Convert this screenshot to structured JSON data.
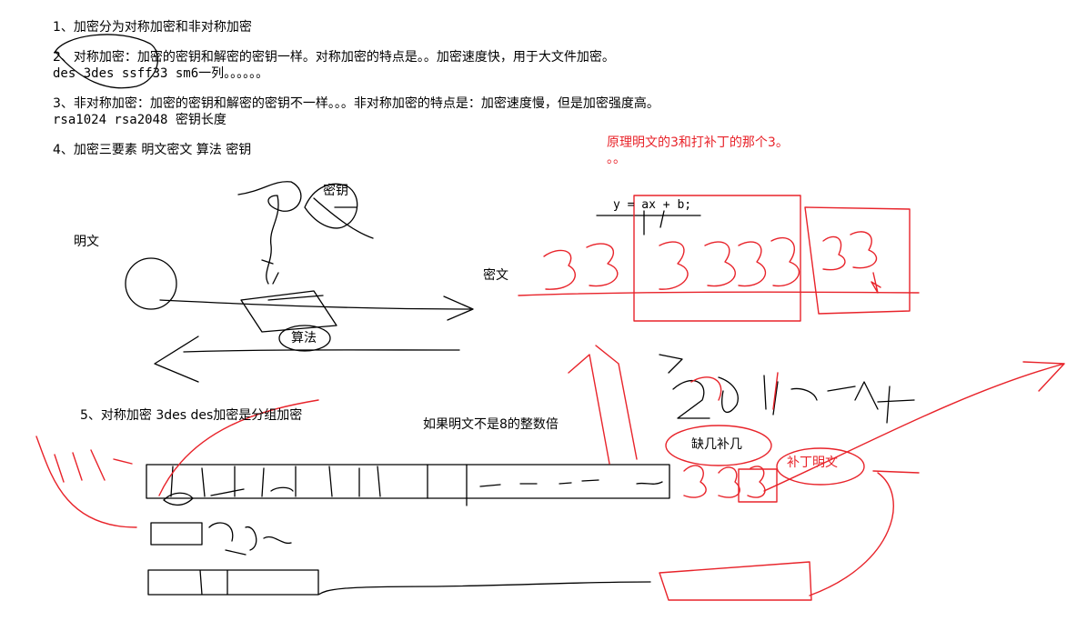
{
  "notes": {
    "line1": "1、加密分为对称加密和非对称加密",
    "line2": "2、对称加密：加密的密钥和解密的密钥一样。对称加密的特点是。。加密速度快，用于大文件加密。",
    "line2b": "des 3des ssff33 sm6一列。。。。。。",
    "line3": "3、非对称加密：加密的密钥和解密的密钥不一样。。。非对称加密的特点是：加密速度慢，但是加密强度高。",
    "line3b": "rsa1024 rsa2048 密钥长度",
    "line4": "4、加密三要素  明文密文  算法  密钥",
    "line5": "5、对称加密 3des des加密是分组加密"
  },
  "diagram": {
    "plaintext": "明文",
    "key": "密钥",
    "ciphertext": "密文",
    "algorithm": "算法",
    "formula": "y = ax + b;",
    "not_multiple": "如果明文不是8的整数倍",
    "pad_missing": "缺几补几",
    "pad_plaintext": "补丁明文",
    "red_note": "原理明文的3和打补丁的那个3。",
    "red_note2": "。。"
  },
  "colors": {
    "ink": "#000000",
    "red": "#e8232a"
  }
}
